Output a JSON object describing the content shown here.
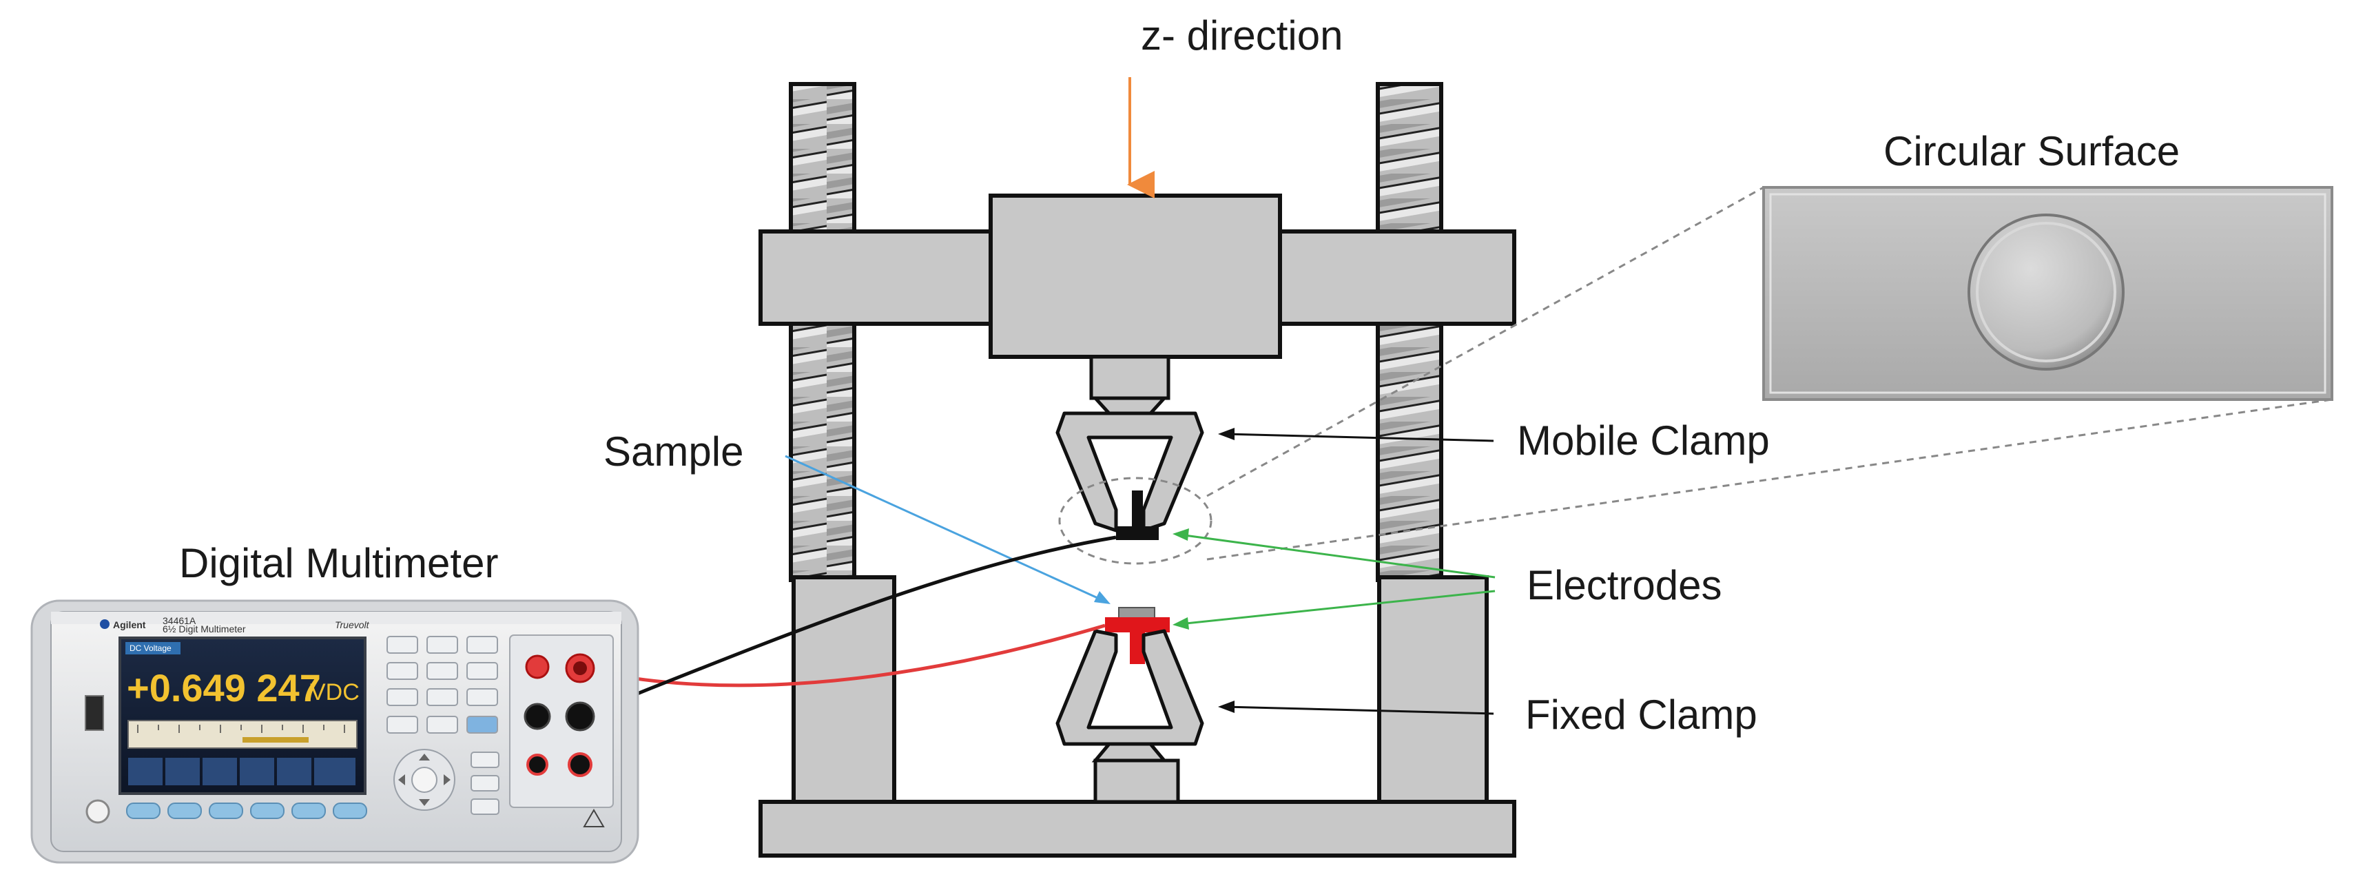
{
  "labels": {
    "z_direction": "z- direction",
    "circular_surface": "Circular Surface",
    "mobile_clamp": "Mobile Clamp",
    "sample": "Sample",
    "electrodes": "Electrodes",
    "fixed_clamp": "Fixed Clamp",
    "digital_multimeter": "Digital Multimeter"
  },
  "multimeter": {
    "brand": "Agilent",
    "model": "34461A",
    "model_subtitle": "6½ Digit Multimeter",
    "series": "Truevolt",
    "mode": "DC Voltage",
    "reading": "+0.649 247",
    "unit": "VDC"
  },
  "colors": {
    "frame_fill": "#c8c8c8",
    "outline": "#111111",
    "z_arrow": "#f08a3c",
    "sample_arrow": "#4aa3df",
    "electrode_arrow": "#3cb44b",
    "red_wire": "#e23b3b",
    "black_wire": "#111111",
    "electrode_red": "#e0161b",
    "lcd_text": "#f2c230"
  }
}
